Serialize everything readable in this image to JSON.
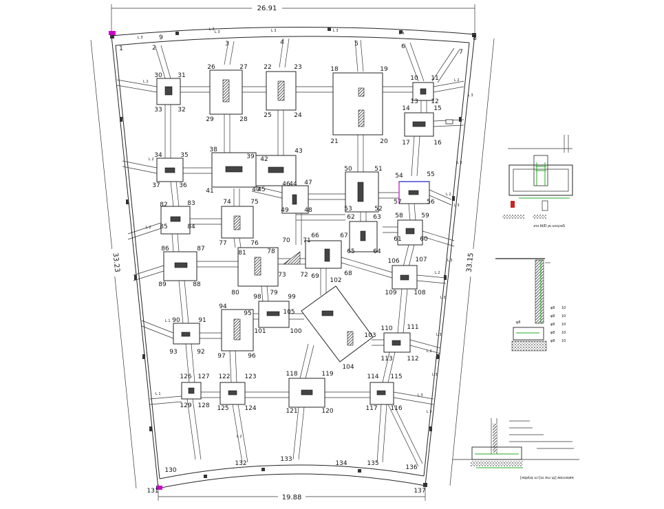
{
  "dimensions": {
    "top": "26.91",
    "bottom": "19.88",
    "left": "33.23",
    "right": "33.15"
  },
  "footings": [
    {
      "id": "f1",
      "corners": [
        "30",
        "31",
        "32",
        "33"
      ]
    },
    {
      "id": "f2",
      "corners": [
        "26",
        "27",
        "28",
        "29"
      ]
    },
    {
      "id": "f3",
      "corners": [
        "22",
        "23",
        "24",
        "25"
      ]
    },
    {
      "id": "f4",
      "corners": [
        "18",
        "19",
        "20",
        "21"
      ]
    },
    {
      "id": "f5",
      "corners": [
        "10",
        "11",
        "12",
        "13"
      ]
    },
    {
      "id": "f6",
      "corners": [
        "14",
        "15",
        "16",
        "17"
      ]
    },
    {
      "id": "f7",
      "corners": [
        "34",
        "35",
        "36",
        "37"
      ]
    },
    {
      "id": "f8",
      "corners": [
        "38",
        "39",
        "40",
        "41"
      ]
    },
    {
      "id": "f9",
      "corners": [
        "42",
        "43",
        "44",
        "45"
      ]
    },
    {
      "id": "f10",
      "corners": [
        "46",
        "47",
        "48",
        "49"
      ]
    },
    {
      "id": "f11",
      "corners": [
        "50",
        "51",
        "52",
        "53"
      ]
    },
    {
      "id": "f12",
      "corners": [
        "54",
        "55",
        "56",
        "57"
      ]
    },
    {
      "id": "f13",
      "corners": [
        "82",
        "83",
        "84",
        "85"
      ]
    },
    {
      "id": "f14",
      "corners": [
        "74",
        "75",
        "76",
        "77"
      ]
    },
    {
      "id": "f15",
      "corners": [
        "62",
        "63",
        "64",
        "65"
      ]
    },
    {
      "id": "f16",
      "corners": [
        "58",
        "59",
        "60",
        "61"
      ]
    },
    {
      "id": "f17",
      "corners": [
        "86",
        "87",
        "88",
        "89"
      ]
    },
    {
      "id": "f18",
      "corners": [
        "81",
        "78",
        "79",
        "80"
      ]
    },
    {
      "id": "f19",
      "corners": [
        "70",
        "71",
        "72",
        "73"
      ]
    },
    {
      "id": "f20",
      "corners": [
        "66",
        "67",
        "68",
        "69"
      ]
    },
    {
      "id": "f21",
      "corners": [
        "106",
        "107",
        "108",
        "109"
      ]
    },
    {
      "id": "f22",
      "corners": [
        "90",
        "91",
        "92",
        "93"
      ]
    },
    {
      "id": "f23",
      "corners": [
        "94",
        "95",
        "96",
        "97"
      ]
    },
    {
      "id": "f24",
      "corners": [
        "98",
        "99",
        "100",
        "101"
      ]
    },
    {
      "id": "f25",
      "corners": [
        "102",
        "103",
        "104",
        "105"
      ]
    },
    {
      "id": "f26",
      "corners": [
        "110",
        "111",
        "112",
        "113"
      ]
    },
    {
      "id": "f27",
      "corners": [
        "126",
        "127",
        "128",
        "129"
      ]
    },
    {
      "id": "f28",
      "corners": [
        "122",
        "123",
        "124",
        "125"
      ]
    },
    {
      "id": "f29",
      "corners": [
        "118",
        "119",
        "120",
        "121"
      ]
    },
    {
      "id": "f30",
      "corners": [
        "114",
        "115",
        "116",
        "117"
      ]
    }
  ],
  "perimeter_points": [
    "1",
    "2",
    "3",
    "4",
    "5",
    "6",
    "7",
    "8",
    "9",
    "130",
    "131",
    "132",
    "133",
    "134",
    "135",
    "136",
    "137"
  ],
  "beam_tags": [
    "L 1",
    "L 2",
    "L 3"
  ],
  "details": {
    "detail_a_caption": "ɹno ꟽ/Ɒ ɟo uoıʇɔǝS",
    "detail_c_caption": "[ǝqʇdɹq ɯ˥]ɯ ǝɯ ɥʇ] ʍɒɹuǝʇɐǝ"
  },
  "colors": {
    "line": "#222222",
    "accent_magenta": "#cc00cc",
    "accent_green": "#22aa22",
    "accent_blue": "#2222cc"
  }
}
